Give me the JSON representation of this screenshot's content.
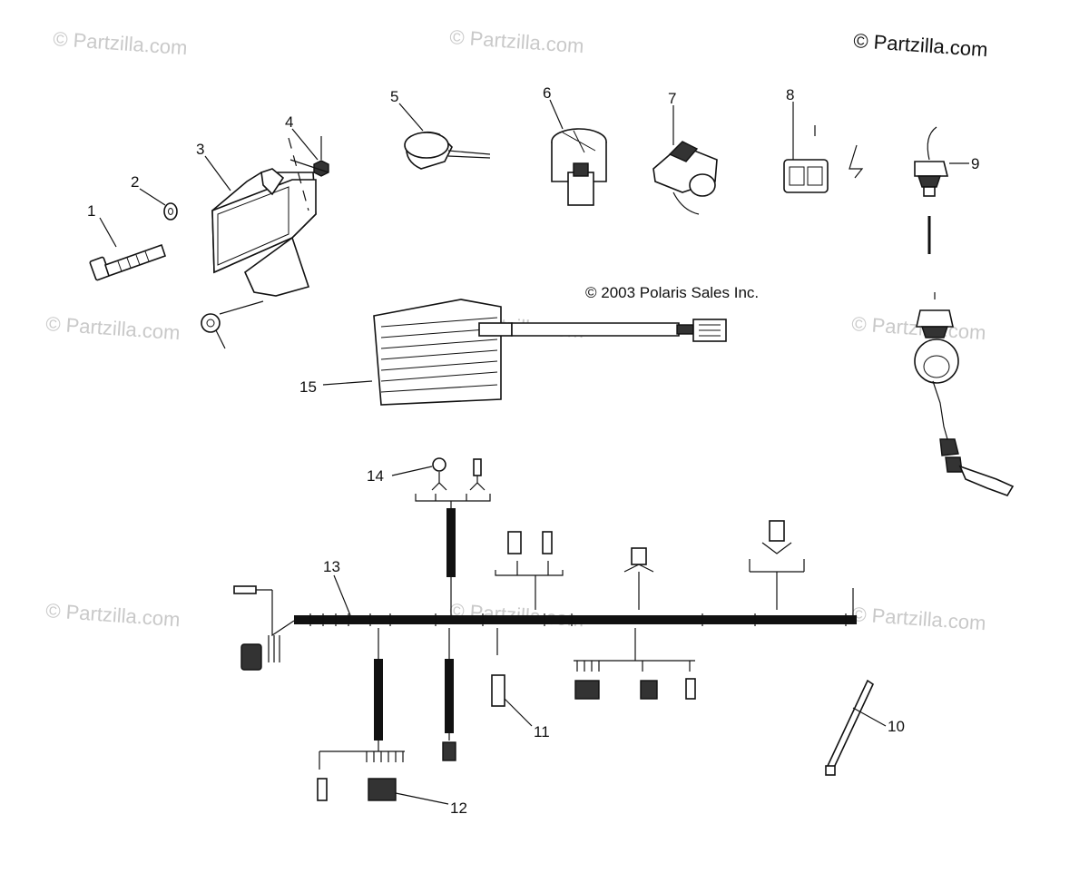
{
  "watermarks": {
    "main": "© Partzilla.com",
    "faint": "© Partzilla.com"
  },
  "copyright": "© 2003 Polaris Sales Inc.",
  "callouts": [
    "1",
    "2",
    "3",
    "4",
    "5",
    "6",
    "7",
    "8",
    "9",
    "10",
    "11",
    "12",
    "13",
    "14",
    "15"
  ]
}
